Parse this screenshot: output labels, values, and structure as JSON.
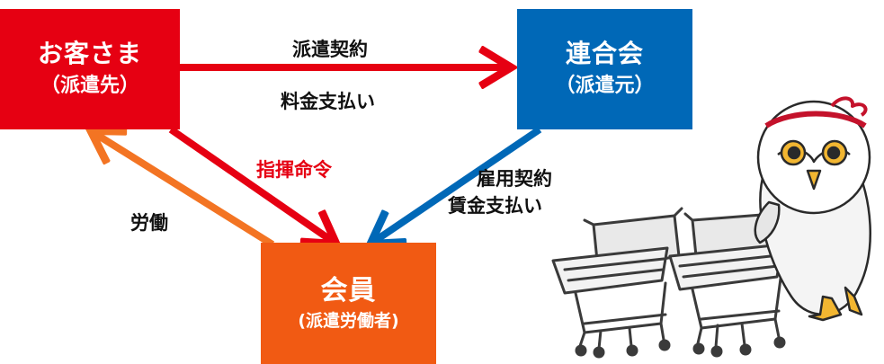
{
  "colors": {
    "client": "#e60012",
    "agency": "#0068b7",
    "member": "#f15a13",
    "arrow_red": "#e60012",
    "arrow_blue": "#0068b7",
    "arrow_orange": "#f37423",
    "command_text": "#e60012"
  },
  "nodes": {
    "client": {
      "title": "お客さま",
      "subtitle": "（派遣先）"
    },
    "agency": {
      "title": "連合会",
      "subtitle": "（派遣元）"
    },
    "member": {
      "title": "会員",
      "subtitle": "(派遣労働者)"
    }
  },
  "edges": {
    "contract": "派遣契約",
    "fee": "料金支払い",
    "command": "指揮命令",
    "employment": "雇用契約",
    "wage": "賃金支払い",
    "labor": "労働"
  },
  "illustration": {
    "mascot": "white-bird-mascot-with-headband",
    "carts": "two-shopping-carts"
  }
}
